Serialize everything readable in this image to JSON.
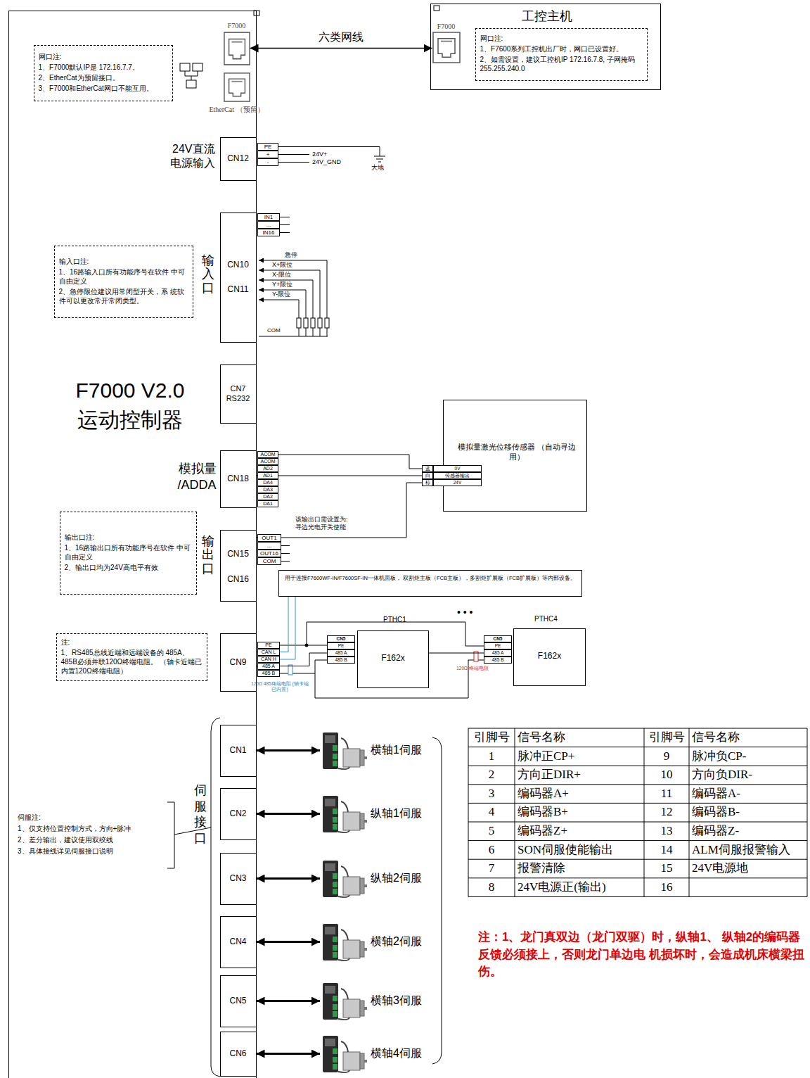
{
  "diagram": {
    "title": "F7000 V2.0 运动控制器",
    "nodes": [
      {
        "text": [
          "F7000 V2.0 运动控制器"
        ]
      },
      {
        "text": [
          "网口注:",
          "1、F7000默认IP是 172.16.7.7。",
          "2、EtherCat为预留接口。",
          "3、F7000和EtherCat网口不能互用。"
        ],
        "in": 0
      },
      {
        "text": [
          "F7000"
        ],
        "in": 0
      },
      {
        "text": [
          "EtherCat （预留）"
        ],
        "in": 0
      },
      {
        "text": [
          "工控主机"
        ]
      },
      {
        "text": [
          "网口注:",
          "1、F7600系列工控机出厂时，网口已设置好。",
          "2、如需设置，建议工控机IP 172.16.7.8, 子网掩码255.255.240.0"
        ],
        "in": 4
      },
      {
        "text": [
          "F7000"
        ],
        "in": 4
      },
      {
        "text": [
          "24V直流 电源输入",
          "CN12"
        ],
        "in": 0
      },
      {
        "text": [
          "输入口",
          "CN10",
          "CN11"
        ],
        "in": 0
      },
      {
        "text": [
          "输入口注:",
          "1、16路输入口所有功能序号在软件 中可自由定义",
          "2、急停限位建议用常闭型开关，系 统软件可以更改常开常闭类型。"
        ],
        "in": 0
      },
      {
        "text": [
          "CN7 RS232"
        ],
        "in": 0
      },
      {
        "text": [
          "模拟量 /ADDA",
          "CN18"
        ],
        "in": 0
      },
      {
        "text": [
          "模拟量激光位移传感器 （自动寻边用）"
        ]
      },
      {
        "text": [
          "输出口",
          "CN15",
          "CN16"
        ],
        "in": 0
      },
      {
        "text": [
          "输出口注:",
          "1、16路输出口所有功能序号在软件 中可自由定义",
          "2、输出口均为24V高电平有效"
        ],
        "in": 0
      },
      {
        "text": [
          "用于连接F7600WF-IN/F7600SF-IN一体机面板， 双割炬主板（FCB主板），多割炬扩展板（FCB扩展板）等内部设备。"
        ]
      },
      {
        "text": [
          "CN9"
        ],
        "in": 0
      },
      {
        "text": [
          "注:",
          "1、RS485总线近端和远端设备的 485A、485B必须并联120Ω终端电阻。 （轴卡近端已内置120Ω终端电阻）"
        ],
        "in": 0
      },
      {
        "text": [
          "PTHC1",
          "F162x"
        ]
      },
      {
        "text": [
          "PTHC4",
          "F162x"
        ]
      },
      {
        "text": [
          "CN1"
        ],
        "in": 0
      },
      {
        "text": [
          "CN2"
        ],
        "in": 0
      },
      {
        "text": [
          "CN3"
        ],
        "in": 0
      },
      {
        "text": [
          "CN4"
        ],
        "in": 0
      },
      {
        "text": [
          "CN5"
        ],
        "in": 0
      },
      {
        "text": [
          "CN6"
        ],
        "in": 0
      },
      {
        "text": [
          "横轴1伺服"
        ]
      },
      {
        "text": [
          "纵轴1伺服"
        ]
      },
      {
        "text": [
          "纵轴2伺服"
        ]
      },
      {
        "text": [
          "横轴2伺服"
        ]
      },
      {
        "text": [
          "横轴3伺服"
        ]
      },
      {
        "text": [
          "横轴4伺服"
        ]
      }
    ],
    "edges": [
      {
        "from": 2,
        "to": 6,
        "arrow": "both",
        "label": "六类网线"
      },
      {
        "from": 11,
        "to": 12,
        "arrow": "none"
      },
      {
        "from": 13,
        "to": 12,
        "arrow": "none",
        "label": "该输出口需设置为: 寻边光电开关使能"
      },
      {
        "from": 15,
        "to": 16,
        "arrow": "none"
      },
      {
        "from": 16,
        "to": 18,
        "arrow": "none"
      },
      {
        "from": 18,
        "to": 19,
        "arrow": "none"
      },
      {
        "from": 20,
        "to": 26,
        "arrow": "both"
      },
      {
        "from": 21,
        "to": 27,
        "arrow": "both"
      },
      {
        "from": 22,
        "to": 28,
        "arrow": "both"
      },
      {
        "from": 23,
        "to": 29,
        "arrow": "both"
      },
      {
        "from": 24,
        "to": 30,
        "arrow": "both"
      },
      {
        "from": 25,
        "to": 31,
        "arrow": "both"
      }
    ],
    "labels": [
      "PE",
      "+",
      "-",
      "24V+",
      "24V_GND",
      "大地",
      "IN1",
      "...",
      "IN16",
      "急停",
      "X+限位",
      "X-限位",
      "Y+限位",
      "Y-限位",
      "COM",
      "ACOM",
      "ACOM",
      "AD2",
      "AD1",
      "DA4",
      "DA3",
      "DA2",
      "DA1",
      "蓝",
      "白",
      "棕",
      "0V",
      "传感器输出",
      "24V",
      "OUT1",
      "...",
      "OUT16",
      "COM",
      "PE",
      "CAN L",
      "CAN H",
      "485 A",
      "485 B",
      "120Ω 485终端电阻 (轴卡端已内置)",
      "CN5",
      "PE",
      "485 A",
      "485 B",
      "• • •",
      "CN5",
      "PE",
      "485 A",
      "485 B",
      "120Ω 终端电阻",
      "伺服接口",
      "伺服注:",
      "1、仅支持位置控制方式，方向+脉冲",
      "2、差分输出，建议使用双绞线",
      "3、具体接线详见伺服接口说明",
      "引脚号",
      "信号名称",
      "引脚号",
      "信号名称",
      "1",
      "脉冲正CP+",
      "9",
      "脉冲负CP-",
      "2",
      "方向正DIR+",
      "10",
      "方向负DIR-",
      "3",
      "编码器A+",
      "11",
      "编码器A-",
      "4",
      "编码器B+",
      "12",
      "编码器B-",
      "5",
      "编码器Z+",
      "13",
      "编码器Z-",
      "6",
      "SON伺服使能输出",
      "14",
      "ALM伺服报警输入",
      "7",
      "报警清除",
      "15",
      "24V电源地",
      "8",
      "24V电源正(输出)",
      "16",
      "注：1、龙门真双边（龙门双驱）时，纵轴1、 纵轴2的编码器反馈必须接上，否则龙门单边电 机损坏时，会造成机床横梁扭伤。"
    ]
  }
}
